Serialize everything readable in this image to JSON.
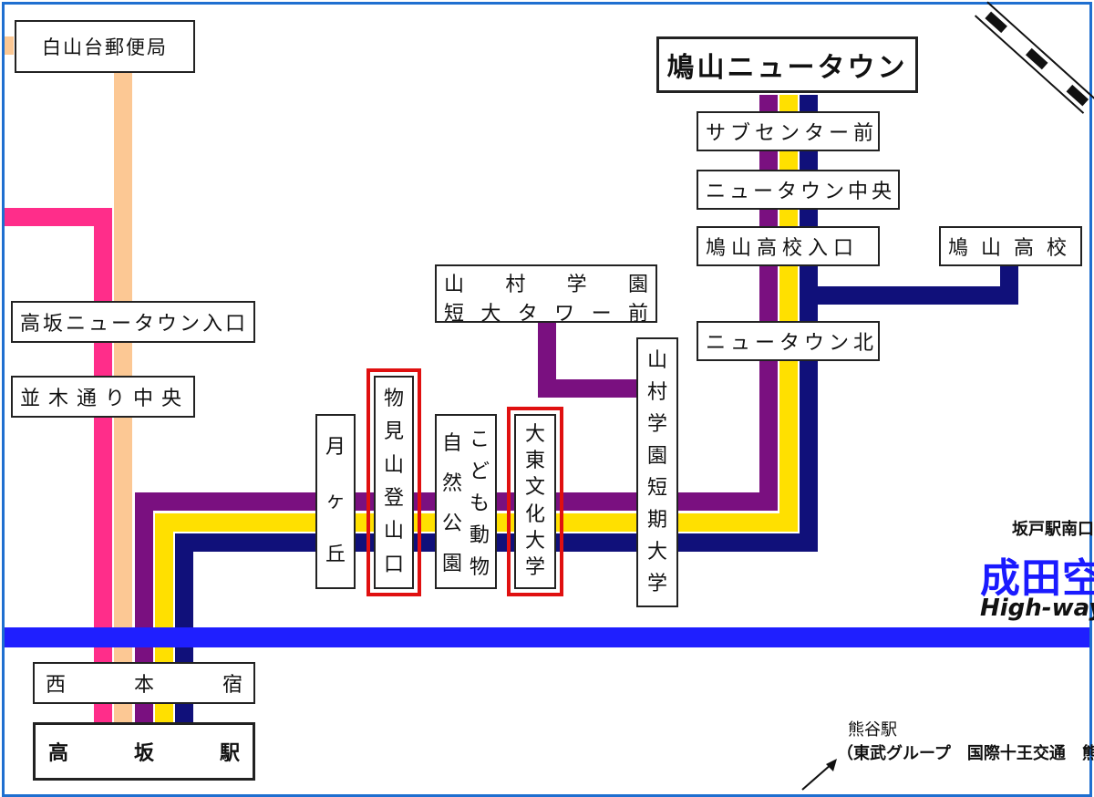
{
  "colors": {
    "peach": "#fcc894",
    "pink": "#ff2d8a",
    "purple": "#7a1080",
    "yellow": "#ffe000",
    "navy": "#10107a",
    "blue": "#1f1fff",
    "highlight": "#e01010",
    "frame": "#1f6fd0"
  },
  "stops": {
    "shirayamadai": "白山台郵便局",
    "hatoyama_nt": "鳩山ニュータウン",
    "sub_center": "サブセンター前",
    "nt_chuo": "ニュータウン中央",
    "hatoyama_koko_iriguchi": "鳩山高校入口",
    "hatoyama_koko": "鳩山高校",
    "nt_kita": "ニュータウン北",
    "yamamura_tower_1": [
      "山",
      "村",
      "学",
      "園"
    ],
    "yamamura_tower_2": [
      "短",
      "大",
      "タ",
      "ワ",
      "ー",
      "前"
    ],
    "yamamura_tanki": [
      "山",
      "村",
      "学",
      "園",
      "短",
      "期",
      "大",
      "学"
    ],
    "takasaka_nt_iriguchi": "高坂ニュータウン入口",
    "namiki": "並木通り中央",
    "tsukigaoka": [
      "月",
      "ヶ",
      "丘"
    ],
    "monomiyama": [
      "物",
      "見",
      "山",
      "登",
      "山",
      "口"
    ],
    "shizen_koen": [
      "自",
      "然",
      "公",
      "園"
    ],
    "kodomo_dobutsu": [
      "こ",
      "ど",
      "も",
      "動",
      "物"
    ],
    "daito_bunka": [
      "大",
      "東",
      "文",
      "化",
      "大",
      "学"
    ],
    "nishi_honjuku": [
      "西",
      "本",
      "宿"
    ],
    "takasaka_eki": [
      "高",
      "坂",
      "駅"
    ]
  },
  "highway": {
    "small": "坂戸駅南口・",
    "big": "成田空港",
    "english": "High-way bu"
  },
  "notes": {
    "kumagaya": "熊谷駅",
    "operators": "（東武グループ　国際十王交通　熊"
  }
}
